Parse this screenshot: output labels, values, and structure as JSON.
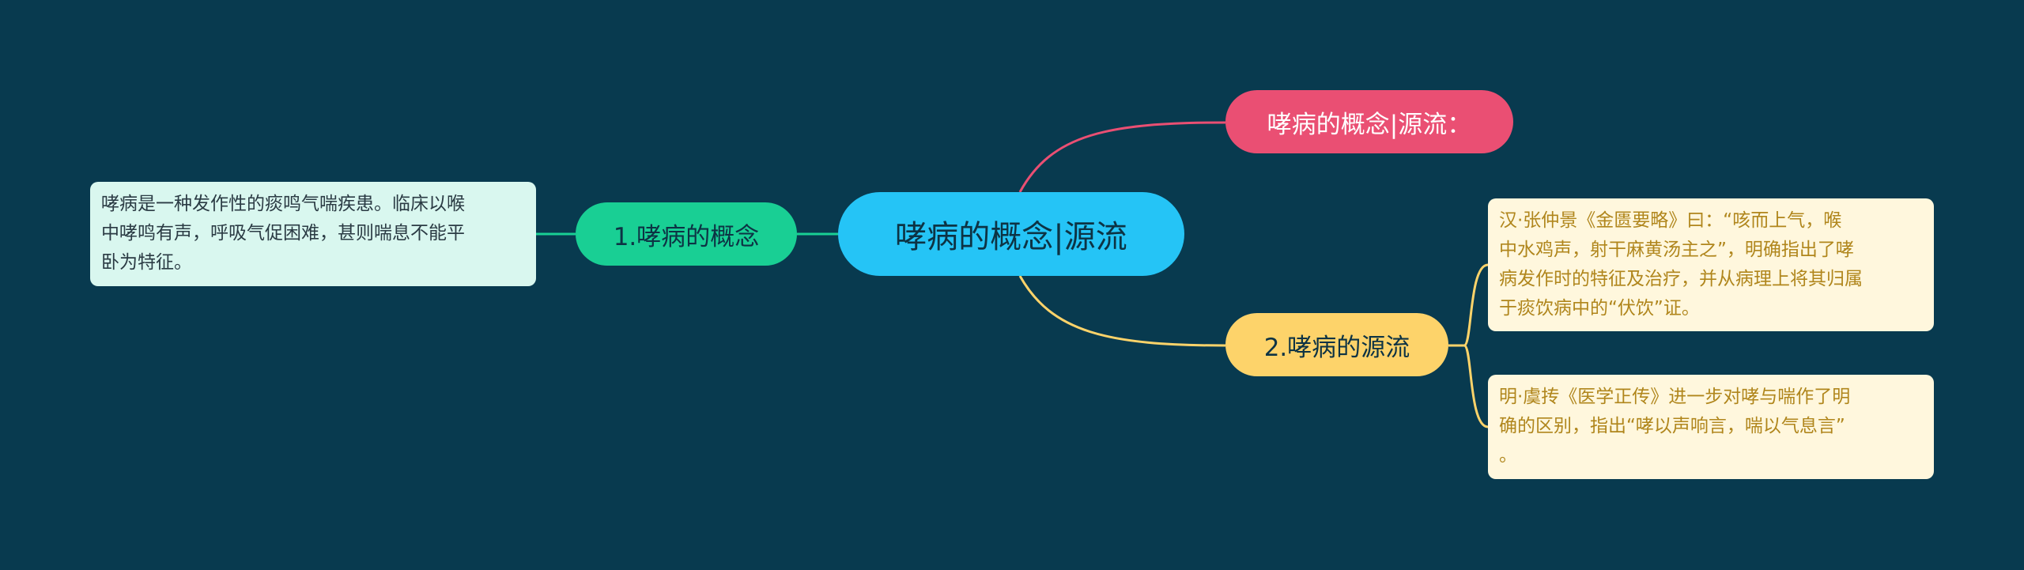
{
  "mindmap": {
    "root": {
      "label": "哮病的概念|源流"
    },
    "branches": [
      {
        "label": "哮病的概念|源流：",
        "color": "#ea4f73"
      },
      {
        "label": "1.哮病的概念",
        "color": "#19cf94",
        "details": [
          {
            "lines": [
              "哮病是一种发作性的痰鸣气喘疾患。临床以喉",
              "中哮鸣有声，呼吸气促困难，甚则喘息不能平",
              "卧为特征。"
            ]
          }
        ]
      },
      {
        "label": "2.哮病的源流",
        "color": "#fdd36a",
        "details": [
          {
            "lines": [
              "汉·张仲景《金匮要略》曰：“咳而上气，喉",
              "中水鸡声，射干麻黄汤主之”，明确指出了哮",
              "病发作时的特征及治疗，并从病理上将其归属",
              "于痰饮病中的“伏饮”证。"
            ]
          },
          {
            "lines": [
              "明·虞抟《医学正传》进一步对哮与喘作了明",
              "确的区别，指出“哮以声响言，喘以气息言”",
              "。"
            ]
          }
        ]
      }
    ]
  }
}
